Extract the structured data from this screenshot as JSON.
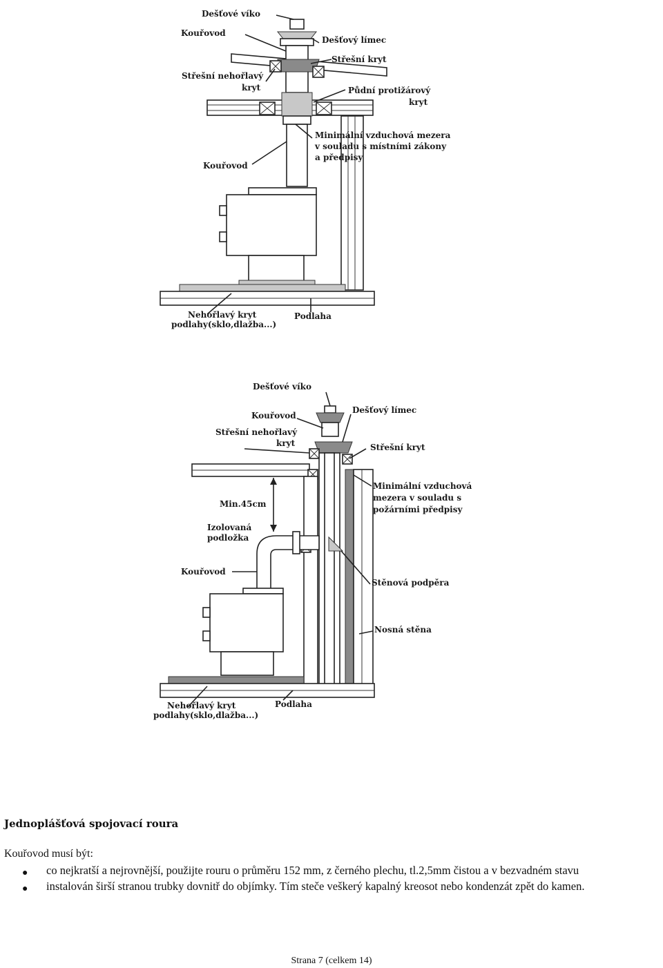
{
  "diagram_top": {
    "labels": {
      "rain_cap": "Dešťové víko",
      "flue_1": "Kouřovod",
      "rain_collar": "Dešťový límec",
      "roof_cover": "Střešní kryt",
      "roof_noncomb_1": "Střešní nehořlavý",
      "roof_noncomb_2": "kryt",
      "attic_fire_1": "Půdní protižárový",
      "attic_fire_2": "kryt",
      "air_gap_1": "Minimální vzduchová mezera",
      "air_gap_2": "v souladu s místními zákony",
      "air_gap_3": "a předpisy",
      "flue_2": "Kouřovod",
      "floor_cover_1": "Nehořlavý kryt",
      "floor_cover_2": "podlahy(sklo,dlažba...)",
      "floor": "Podlaha"
    }
  },
  "diagram_bottom": {
    "labels": {
      "rain_cap": "Dešťové víko",
      "flue_1": "Kouřovod",
      "rain_collar": "Dešťový límec",
      "roof_noncomb_1": "Střešní nehořlavý",
      "roof_noncomb_2": "kryt",
      "roof_cover": "Střešní kryt",
      "air_gap_1": "Minimální vzduchová",
      "air_gap_2": "mezera v souladu s",
      "air_gap_3": "požárními předpisy",
      "min_height": "Min.45cm",
      "insulated_1": "Izolovaná",
      "insulated_2": "podložka",
      "flue_2": "Kouřovod",
      "wall_support": "Stěnová podpěra",
      "bearing_wall": "Nosná stěna",
      "floor_cover_1": "Nehořlavý kryt",
      "floor_cover_2": "podlahy(sklo,dlažba...)",
      "floor": "Podlaha"
    }
  },
  "section": {
    "heading": "Jednoplášťová spojovací roura",
    "intro": "Kouřovod musí být:",
    "bullets": [
      "co nejkratší a nejrovnější, použijte rouru o průměru 152 mm, z černého plechu, tl.2,5mm čistou a v bezvadném stavu",
      "instalován širší stranou trubky dovnitř do objímky. Tím steče veškerý kapalný kreosot nebo kondenzát zpět do kamen."
    ]
  },
  "footer": {
    "page": "Strana 7 (celkem 14)"
  }
}
